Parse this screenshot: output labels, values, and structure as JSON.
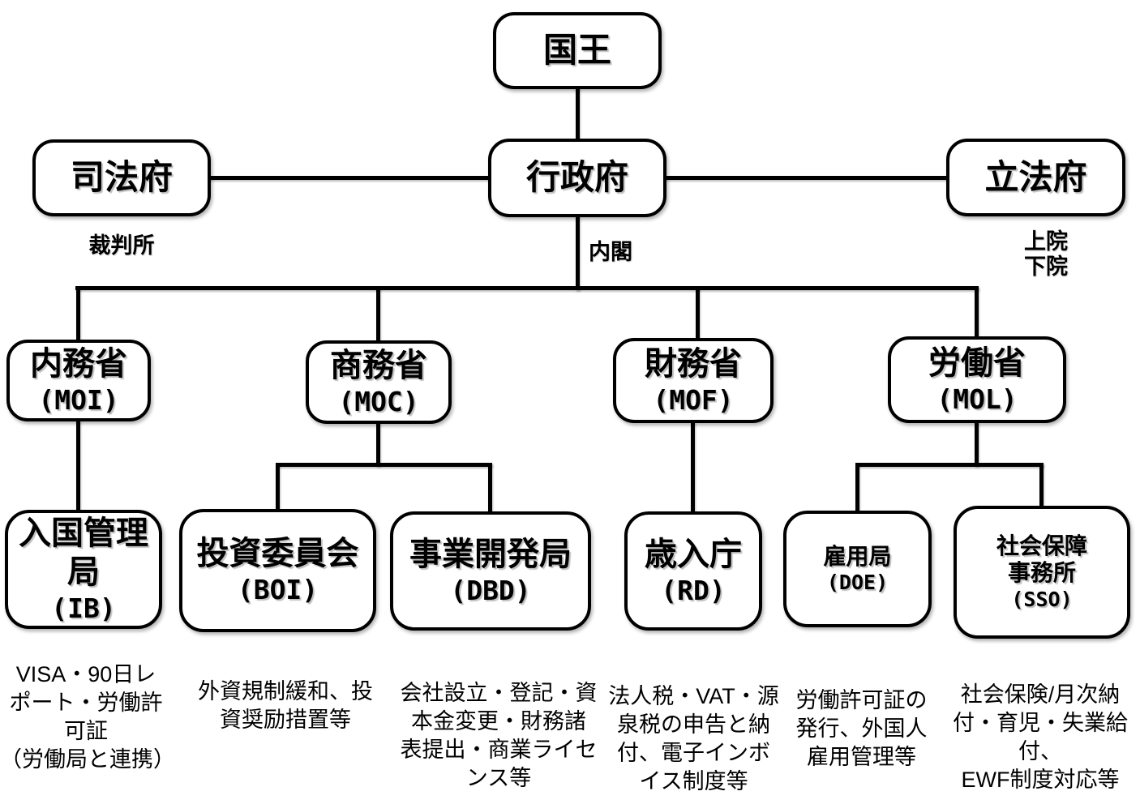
{
  "nodes": {
    "king": {
      "label": "国王"
    },
    "judiciary": {
      "label": "司法府",
      "note": "裁判所"
    },
    "executive": {
      "label": "行政府",
      "note": "内閣"
    },
    "legislature": {
      "label": "立法府",
      "note": "上院\n下院"
    },
    "moi": {
      "name": "内務省",
      "acronym": "(MOI)"
    },
    "moc": {
      "name": "商務省",
      "acronym": "(MOC)"
    },
    "mof": {
      "name": "財務省",
      "acronym": "(MOF)"
    },
    "mol": {
      "name": "労働省",
      "acronym": "(MOL)"
    },
    "ib": {
      "name": "入国管理\n局",
      "acronym": "(IB)",
      "desc": "VISA・90日レ\nポート・労働許\n可証\n（労働局と連携）"
    },
    "boi": {
      "name": "投資委員会",
      "acronym": "(BOI)",
      "desc": "外資規制緩和、投\n資奨励措置等"
    },
    "dbd": {
      "name": "事業開発局",
      "acronym": "(DBD)",
      "desc": "会社設立・登記・資\n本金変更・財務諸\n表提出・商業ライセ\nンス等"
    },
    "rd": {
      "name": "歳入庁",
      "acronym": "(RD)",
      "desc": "法人税・VAT・源\n泉税の申告と納\n付、電子インボ\nイス制度等"
    },
    "doe": {
      "name": "雇用局",
      "acronym": "(DOE)",
      "desc": "労働許可証の\n発行、外国人\n雇用管理等"
    },
    "sso": {
      "name": "社会保障\n事務所",
      "acronym": "(SSO)",
      "desc": "社会保険/月次納\n付・育児・失業給付、\nEWF制度対応等"
    }
  },
  "colors": {
    "line": "#000000",
    "box_border": "#000000",
    "box_fill": "#ffffff",
    "text": "#000000"
  }
}
